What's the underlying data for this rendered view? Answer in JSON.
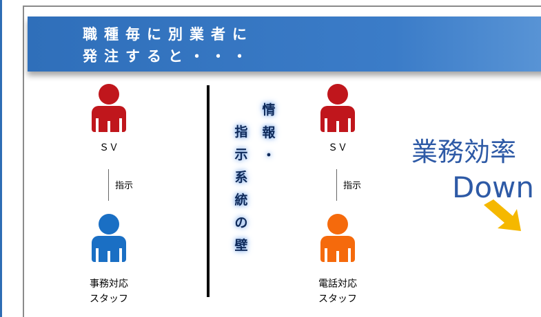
{
  "banner": {
    "line1": "職種毎に別業者に",
    "line2": "発注すると・・・"
  },
  "left": {
    "top_label": "ＳＶ",
    "instruction": "指示",
    "bottom_label_1": "事務対応",
    "bottom_label_2": "スタッフ"
  },
  "right": {
    "top_label": "ＳＶ",
    "instruction": "指示",
    "bottom_label_1": "電話対応",
    "bottom_label_2": "スタッフ"
  },
  "wall": {
    "col1": [
      "情",
      "報",
      "・"
    ],
    "col2": [
      "指",
      "示",
      "系",
      "統",
      "の",
      "壁"
    ]
  },
  "effect": {
    "line1": "業務効率",
    "line2": "Down"
  },
  "colors": {
    "supervisor": "#c0161c",
    "office_staff": "#1a6fc4",
    "phone_staff": "#f56a0c",
    "banner": "#2f6fba",
    "arrow": "#f5b800"
  }
}
